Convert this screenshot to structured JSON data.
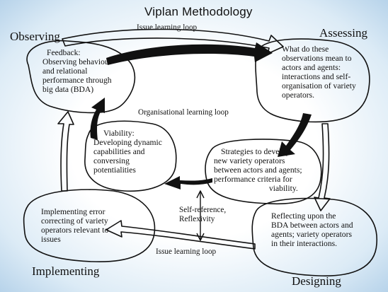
{
  "title": "Viplan Methodology",
  "phases": {
    "observing": "Observing",
    "assessing": "Assessing",
    "implementing": "Implementing",
    "designing": "Designing"
  },
  "loops": {
    "issue_top": "Issue learning loop",
    "organisational": "Organisational learning loop",
    "issue_bottom": "Issue learning loop",
    "self_reference": [
      "Self-reference,",
      "Reflexivity"
    ]
  },
  "nodes": {
    "feedback": [
      "Feedback:",
      "Observing behaviour",
      "and relational",
      "performance through",
      "big data (BDA)"
    ],
    "assessing": [
      "What do these",
      "observations mean to",
      "actors and agents:",
      "interactions and self-",
      "organisation of variety",
      "operators."
    ],
    "viability": [
      "Viability:",
      "Developing dynamic",
      "capabilities and",
      "conversing",
      "potentialities"
    ],
    "strategies": [
      "Strategies to develop",
      "new variety operators",
      "between actors and agents;",
      "performance criteria for",
      "viability."
    ],
    "implementing": [
      "Implementing error",
      "correcting of variety",
      "operators relevant to",
      "issues"
    ],
    "reflecting": [
      "Reflecting upon the",
      "BDA between actors and",
      "agents; variety operators",
      "in their interactions."
    ]
  }
}
